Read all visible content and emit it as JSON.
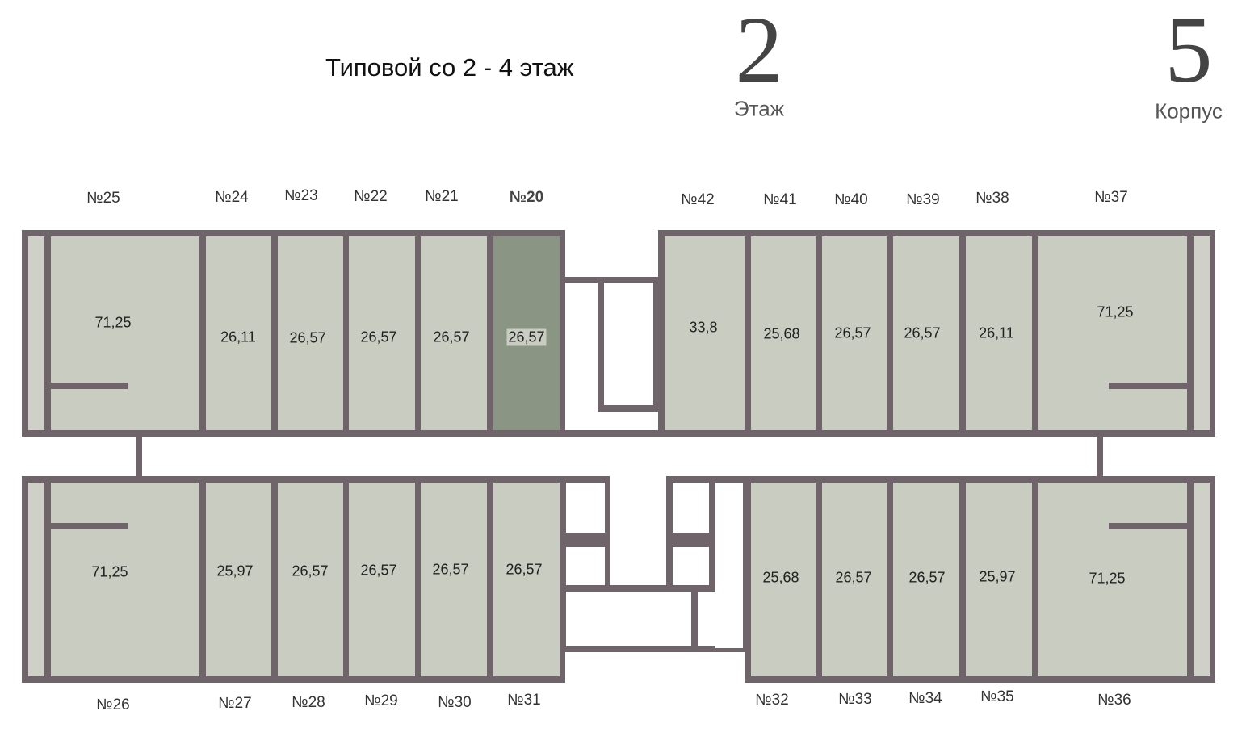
{
  "header": {
    "title": "Типовой со 2 - 4 этаж",
    "floor_value": "2",
    "floor_label": "Этаж",
    "building_value": "5",
    "building_label": "Корпус"
  },
  "colors": {
    "room": "#c9ccc1",
    "selected": "#8a9584",
    "wall": "#6e6469"
  },
  "rooms": [
    {
      "number": "№25",
      "area": "71,25"
    },
    {
      "number": "№24",
      "area": "26,11"
    },
    {
      "number": "№23",
      "area": "26,57"
    },
    {
      "number": "№22",
      "area": "26,57"
    },
    {
      "number": "№21",
      "area": "26,57"
    },
    {
      "number": "№20",
      "area": "26,57",
      "selected": true
    },
    {
      "number": "№42",
      "area": "33,8"
    },
    {
      "number": "№41",
      "area": "25,68"
    },
    {
      "number": "№40",
      "area": "26,57"
    },
    {
      "number": "№39",
      "area": "26,57"
    },
    {
      "number": "№38",
      "area": "26,11"
    },
    {
      "number": "№37",
      "area": "71,25"
    },
    {
      "number": "№26",
      "area": "71,25"
    },
    {
      "number": "№27",
      "area": "25,97"
    },
    {
      "number": "№28",
      "area": "26,57"
    },
    {
      "number": "№29",
      "area": "26,57"
    },
    {
      "number": "№30",
      "area": "26,57"
    },
    {
      "number": "№31",
      "area": "26,57"
    },
    {
      "number": "№32",
      "area": "25,68"
    },
    {
      "number": "№33",
      "area": "26,57"
    },
    {
      "number": "№34",
      "area": "26,57"
    },
    {
      "number": "№35",
      "area": "25,97"
    },
    {
      "number": "№36",
      "area": "71,25"
    }
  ]
}
